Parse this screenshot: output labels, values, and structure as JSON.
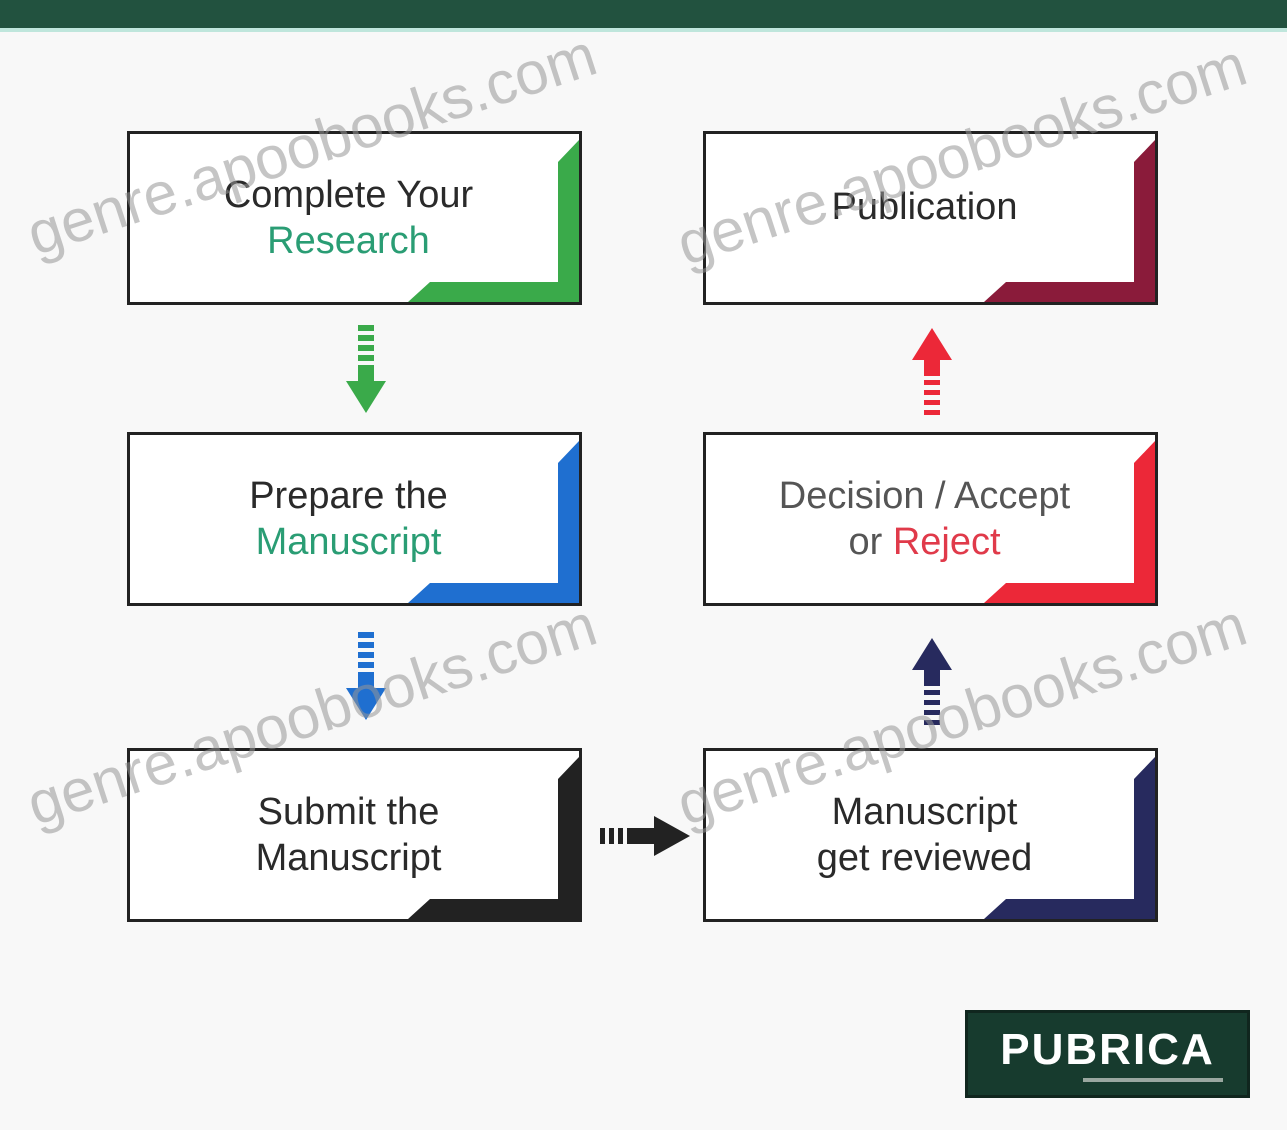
{
  "steps": [
    {
      "id": "complete-research",
      "lines": [
        {
          "text": "Complete Your",
          "color": "#2a2a2a"
        },
        {
          "text": "Research",
          "color": "#2a9d74"
        }
      ],
      "accent": "#3aaa4a"
    },
    {
      "id": "prepare-manuscript",
      "lines": [
        {
          "text": "Prepare the",
          "color": "#2a2a2a"
        },
        {
          "text": "Manuscript",
          "color": "#2a9d74"
        }
      ],
      "accent": "#1f6fd0"
    },
    {
      "id": "submit-manuscript",
      "lines": [
        {
          "text": "Submit the",
          "color": "#2a2a2a"
        },
        {
          "text": "Manuscript",
          "color": "#2a2a2a"
        }
      ],
      "accent": "#222222"
    },
    {
      "id": "manuscript-reviewed",
      "lines": [
        {
          "text": "Manuscript",
          "color": "#2a2a2a"
        },
        {
          "text": "get reviewed",
          "color": "#2a2a2a"
        }
      ],
      "accent": "#272a5e"
    },
    {
      "id": "decision",
      "lines": [
        {
          "text": "Decision / Accept",
          "color": "#555555"
        },
        {
          "text": "or Reject",
          "color": "#555555",
          "highlight": "Reject",
          "highlight_color": "#e03a4a"
        }
      ],
      "accent": "#ec2838"
    },
    {
      "id": "publication",
      "lines": [
        {
          "text": "Publication",
          "color": "#2a2a2a"
        }
      ],
      "accent": "#8a1b3a"
    }
  ],
  "arrows": [
    {
      "id": "arrow-research-to-prepare",
      "direction": "down",
      "color": "#3aaa4a"
    },
    {
      "id": "arrow-prepare-to-submit",
      "direction": "down",
      "color": "#1f6fd0"
    },
    {
      "id": "arrow-submit-to-review",
      "direction": "right",
      "color": "#222222"
    },
    {
      "id": "arrow-review-to-decision",
      "direction": "up",
      "color": "#272a5e"
    },
    {
      "id": "arrow-decision-to-publication",
      "direction": "up",
      "color": "#ec2838"
    }
  ],
  "logo": {
    "text": "PUBRICA"
  },
  "watermarks": [
    "genre.apoobooks.com",
    "genre.apoobooks.com",
    "genre.apoobooks.com",
    "genre.apoobooks.com"
  ],
  "colors": {
    "header": "#22523f",
    "background": "#f8f8f8"
  }
}
